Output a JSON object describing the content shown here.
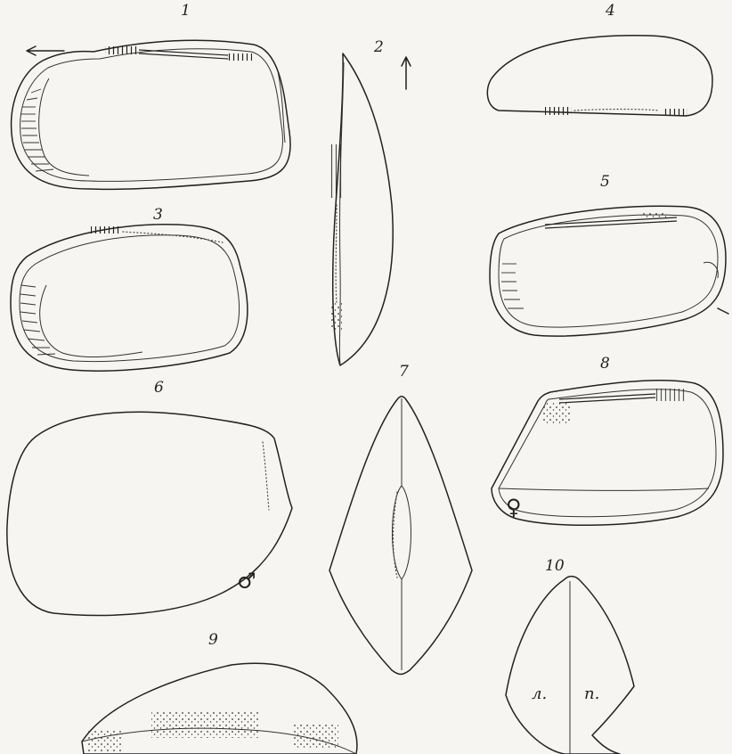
{
  "figure": {
    "labels": {
      "fig1": "1",
      "fig2": "2",
      "fig3": "3",
      "fig4": "4",
      "fig5": "5",
      "fig6": "6",
      "fig7": "7",
      "fig8": "8",
      "fig9": "9",
      "fig10": "10",
      "valve_left": "л.",
      "valve_right": "п.",
      "male_symbol": "♂",
      "female_symbol": "♀"
    },
    "colors": {
      "ink": "#222222",
      "paper": "#f6f5f1"
    }
  }
}
